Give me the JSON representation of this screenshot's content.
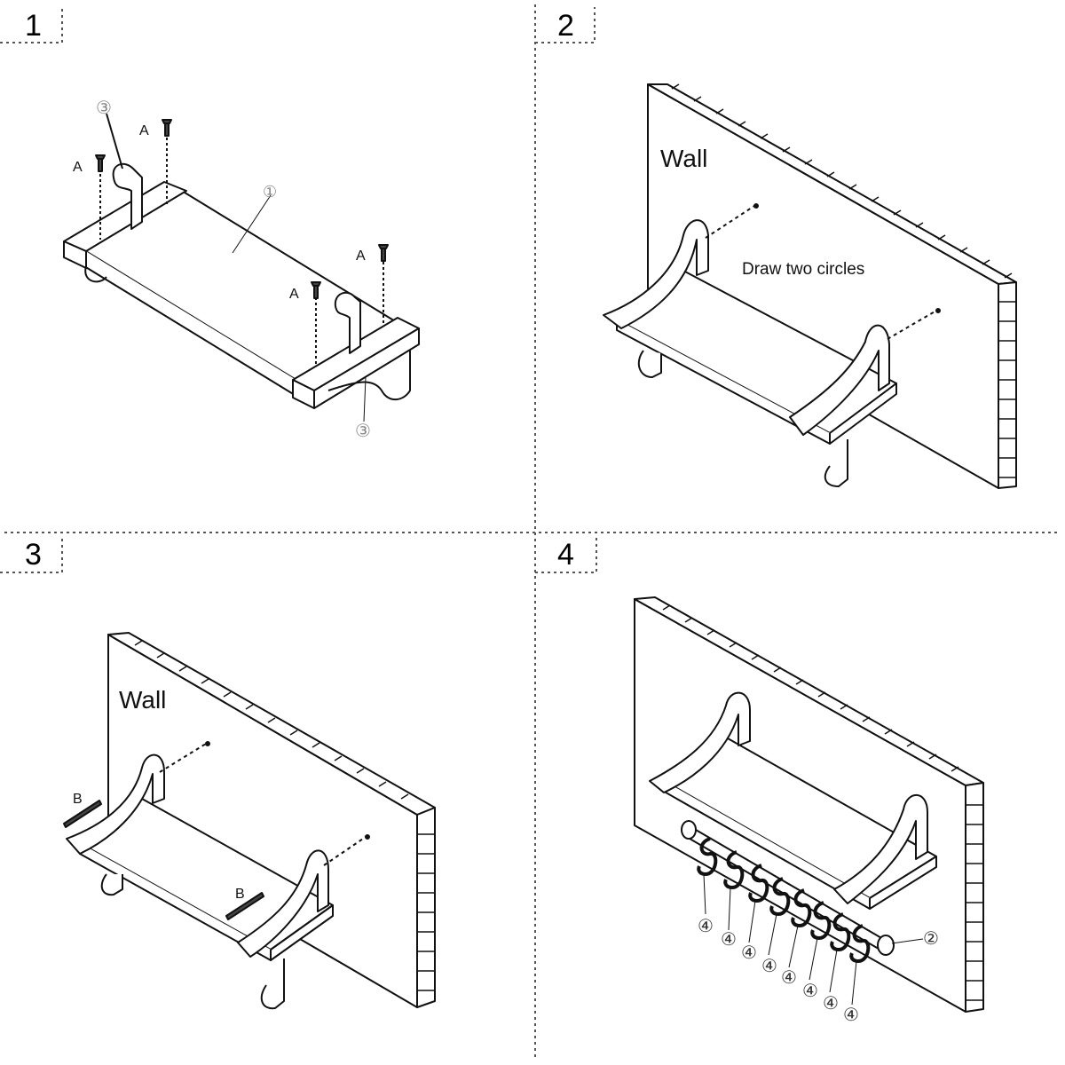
{
  "steps": [
    {
      "number": "1"
    },
    {
      "number": "2"
    },
    {
      "number": "3"
    },
    {
      "number": "4"
    }
  ],
  "labels": {
    "screw_a": "A",
    "screw_b": "B",
    "wall": "Wall",
    "draw_circles": "Draw two circles",
    "part_1": "①",
    "part_2": "②",
    "part_3": "③",
    "part_4": "④"
  }
}
